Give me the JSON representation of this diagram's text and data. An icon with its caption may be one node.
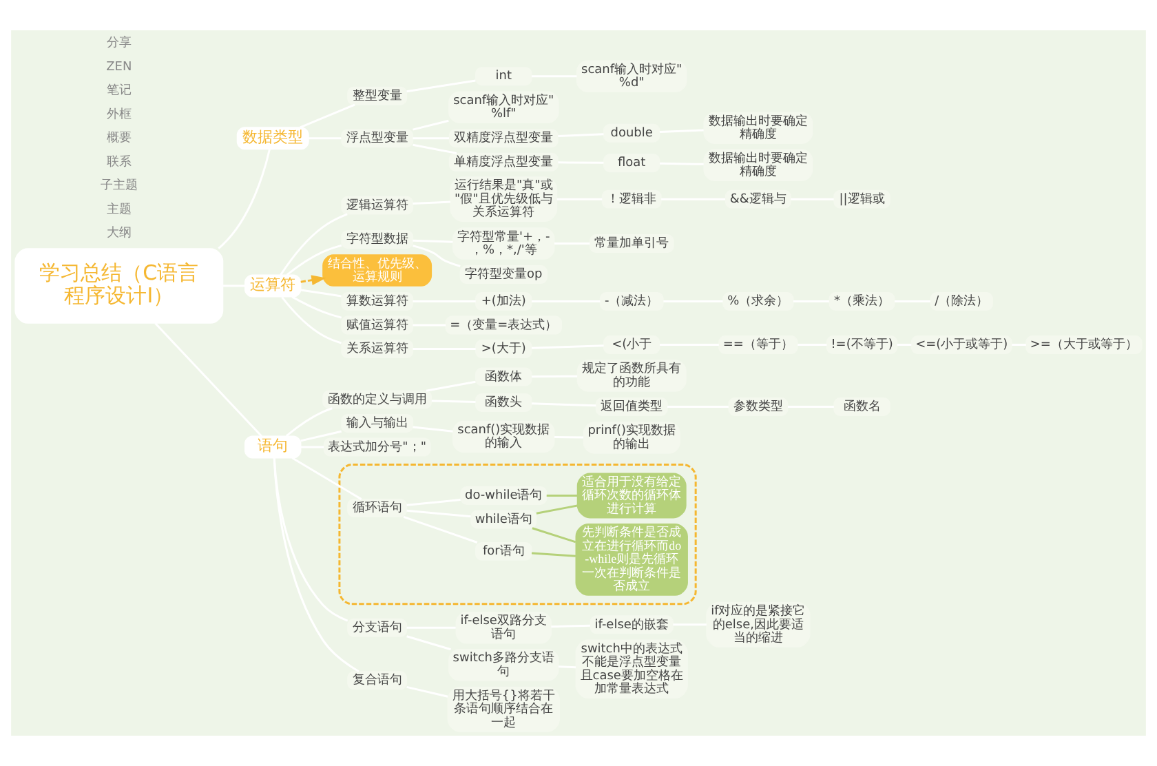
{
  "diagram": {
    "nodes": [
      {
        "text": [
          "学习总结（C语言程序设计I）"
        ]
      },
      {
        "text": [
          "数据类型"
        ]
      },
      {
        "text": [
          "整型变量"
        ]
      },
      {
        "text": [
          "int"
        ]
      },
      {
        "text": [
          "scanf输入时对应\"%d\""
        ]
      },
      {
        "text": [
          "浮点型变量"
        ]
      },
      {
        "text": [
          "单精度浮点型变量"
        ]
      },
      {
        "text": [
          "float"
        ]
      },
      {
        "text": [
          "数据输出时要确定精确度"
        ]
      },
      {
        "text": [
          "scanf输入时对应\"%lf\""
        ]
      },
      {
        "text": [
          "双精度浮点型变量"
        ]
      },
      {
        "text": [
          "double"
        ]
      },
      {
        "text": [
          "数据输出时要确定精确度"
        ]
      },
      {
        "text": [
          "结合性、优先级、运算规则"
        ]
      },
      {
        "text": [
          "运算符"
        ]
      },
      {
        "text": [
          "算数运算符"
        ]
      },
      {
        "text": [
          "+(加法)"
        ]
      },
      {
        "text": [
          "-（减法）"
        ]
      },
      {
        "text": [
          "%（求余）"
        ]
      },
      {
        "text": [
          "*（乘法）"
        ]
      },
      {
        "text": [
          "/（除法）"
        ]
      },
      {
        "text": [
          "赋值运算符"
        ]
      },
      {
        "text": [
          "=（变量=表达式）"
        ]
      },
      {
        "text": [
          "关系运算符"
        ]
      },
      {
        "text": [
          ">(大于)"
        ]
      },
      {
        "text": [
          "<(小于"
        ]
      },
      {
        "text": [
          "==（等于）"
        ]
      },
      {
        "text": [
          "!=(不等于)"
        ]
      },
      {
        "text": [
          "<=(小于或等于)"
        ]
      },
      {
        "text": [
          ">=（大于或等于）"
        ]
      },
      {
        "text": [
          "逻辑运算符"
        ]
      },
      {
        "text": [
          "运行结果是\"真\"或\"假\"且优先级低与关系运算符"
        ]
      },
      {
        "text": [
          "！逻辑非"
        ]
      },
      {
        "text": [
          "&&逻辑与"
        ]
      },
      {
        "text": [
          "||逻辑或"
        ]
      },
      {
        "text": [
          "字符型数据"
        ]
      },
      {
        "text": [
          "字符型变量op"
        ]
      },
      {
        "text": [
          "字符型常量'+，-，%，*,/'等"
        ]
      },
      {
        "text": [
          "常量加单引号"
        ]
      },
      {
        "text": [
          "语句"
        ]
      },
      {
        "text": [
          "表达式加分号\"；\""
        ]
      },
      {
        "text": [
          "分支语句"
        ]
      },
      {
        "text": [
          "if-else双路分支语句"
        ]
      },
      {
        "text": [
          "if-else的嵌套"
        ]
      },
      {
        "text": [
          "if对应的是紧接它的else,因此要适当的缩进"
        ]
      },
      {
        "text": [
          "switch多路分支语句"
        ]
      },
      {
        "text": [
          "switch中的表达式不能是浮点型变量且case要加空格在加常量表达式"
        ]
      },
      {
        "text": [],
        "shape": "box"
      },
      {
        "text": [
          "循环语句"
        ],
        "in": 47
      },
      {
        "text": [
          "for语句"
        ],
        "in": 47
      },
      {
        "text": [
          "while语句"
        ],
        "in": 47
      },
      {
        "text": [
          "do-while语句"
        ],
        "in": 47
      },
      {
        "text": [
          "先判断条件是否成立在进行循环而do-while则是先循环一次在判断条件是否成立"
        ],
        "in": 47
      },
      {
        "text": [
          "适合用于没有给定循环次数的循环体进行计算"
        ],
        "in": 47
      },
      {
        "text": [
          "复合语句"
        ]
      },
      {
        "text": [
          "用大括号{}将若干条语句顺序结合在一起"
        ]
      },
      {
        "text": [
          "函数的定义与调用"
        ]
      },
      {
        "text": [
          "函数头"
        ]
      },
      {
        "text": [
          "返回值类型"
        ]
      },
      {
        "text": [
          "参数类型"
        ]
      },
      {
        "text": [
          "函数名"
        ]
      },
      {
        "text": [
          "函数体"
        ]
      },
      {
        "text": [
          "规定了函数所具有的功能"
        ]
      },
      {
        "text": [
          "输入与输出"
        ]
      },
      {
        "text": [
          "scanf()实现数据的输入"
        ]
      },
      {
        "text": [
          "prinf()实现数据的输出"
        ]
      }
    ],
    "edges": [
      {
        "from": 0,
        "to": 1,
        "arrow": "none"
      },
      {
        "from": 1,
        "to": 2,
        "arrow": "none"
      },
      {
        "from": 2,
        "to": 3,
        "arrow": "none"
      },
      {
        "from": 3,
        "to": 4,
        "arrow": "none"
      },
      {
        "from": 1,
        "to": 5,
        "arrow": "none"
      },
      {
        "from": 5,
        "to": 6,
        "arrow": "none"
      },
      {
        "from": 6,
        "to": 7,
        "arrow": "none"
      },
      {
        "from": 7,
        "to": 8,
        "arrow": "none"
      },
      {
        "from": 5,
        "to": 9,
        "arrow": "none"
      },
      {
        "from": 5,
        "to": 10,
        "arrow": "none"
      },
      {
        "from": 10,
        "to": 11,
        "arrow": "none"
      },
      {
        "from": 11,
        "to": 12,
        "arrow": "none"
      },
      {
        "from": 14,
        "to": 13,
        "arrow": "to",
        "style": "dashed",
        "color": "#f5b731"
      },
      {
        "from": 0,
        "to": 14,
        "arrow": "none"
      },
      {
        "from": 14,
        "to": 15,
        "arrow": "none"
      },
      {
        "from": 15,
        "to": 16,
        "arrow": "none"
      },
      {
        "from": 16,
        "to": 17,
        "arrow": "none"
      },
      {
        "from": 17,
        "to": 18,
        "arrow": "none"
      },
      {
        "from": 18,
        "to": 19,
        "arrow": "none"
      },
      {
        "from": 19,
        "to": 20,
        "arrow": "none"
      },
      {
        "from": 14,
        "to": 21,
        "arrow": "none"
      },
      {
        "from": 21,
        "to": 22,
        "arrow": "none"
      },
      {
        "from": 14,
        "to": 23,
        "arrow": "none"
      },
      {
        "from": 23,
        "to": 24,
        "arrow": "none"
      },
      {
        "from": 24,
        "to": 25,
        "arrow": "none"
      },
      {
        "from": 25,
        "to": 26,
        "arrow": "none"
      },
      {
        "from": 26,
        "to": 27,
        "arrow": "none"
      },
      {
        "from": 27,
        "to": 28,
        "arrow": "none"
      },
      {
        "from": 28,
        "to": 29,
        "arrow": "none"
      },
      {
        "from": 14,
        "to": 30,
        "arrow": "none"
      },
      {
        "from": 30,
        "to": 31,
        "arrow": "none"
      },
      {
        "from": 31,
        "to": 32,
        "arrow": "none"
      },
      {
        "from": 32,
        "to": 33,
        "arrow": "none"
      },
      {
        "from": 33,
        "to": 34,
        "arrow": "none"
      },
      {
        "from": 14,
        "to": 35,
        "arrow": "none"
      },
      {
        "from": 35,
        "to": 36,
        "arrow": "none"
      },
      {
        "from": 35,
        "to": 37,
        "arrow": "none"
      },
      {
        "from": 37,
        "to": 38,
        "arrow": "none"
      },
      {
        "from": 0,
        "to": 39,
        "arrow": "none"
      },
      {
        "from": 39,
        "to": 40,
        "arrow": "none"
      },
      {
        "from": 39,
        "to": 41,
        "arrow": "none"
      },
      {
        "from": 41,
        "to": 42,
        "arrow": "none"
      },
      {
        "from": 42,
        "to": 43,
        "arrow": "none"
      },
      {
        "from": 43,
        "to": 44,
        "arrow": "none"
      },
      {
        "from": 41,
        "to": 45,
        "arrow": "none"
      },
      {
        "from": 45,
        "to": 46,
        "arrow": "none"
      },
      {
        "from": 39,
        "to": 48,
        "arrow": "none"
      },
      {
        "from": 48,
        "to": 49,
        "arrow": "none"
      },
      {
        "from": 48,
        "to": 50,
        "arrow": "none"
      },
      {
        "from": 48,
        "to": 51,
        "arrow": "none"
      },
      {
        "from": 49,
        "to": 52,
        "arrow": "none",
        "color": "#b5d17a"
      },
      {
        "from": 50,
        "to": 52,
        "arrow": "none",
        "color": "#b5d17a"
      },
      {
        "from": 50,
        "to": 53,
        "arrow": "none",
        "color": "#b5d17a"
      },
      {
        "from": 51,
        "to": 53,
        "arrow": "none",
        "color": "#b5d17a"
      },
      {
        "from": 39,
        "to": 54,
        "arrow": "none"
      },
      {
        "from": 54,
        "to": 55,
        "arrow": "none"
      },
      {
        "from": 39,
        "to": 56,
        "arrow": "none"
      },
      {
        "from": 56,
        "to": 57,
        "arrow": "none"
      },
      {
        "from": 57,
        "to": 58,
        "arrow": "none"
      },
      {
        "from": 58,
        "to": 59,
        "arrow": "none"
      },
      {
        "from": 59,
        "to": 60,
        "arrow": "none"
      },
      {
        "from": 56,
        "to": 61,
        "arrow": "none"
      },
      {
        "from": 61,
        "to": 62,
        "arrow": "none"
      },
      {
        "from": 39,
        "to": 63,
        "arrow": "none"
      },
      {
        "from": 63,
        "to": 64,
        "arrow": "none"
      },
      {
        "from": 64,
        "to": 65,
        "arrow": "none"
      }
    ],
    "labels": [
      "大纲",
      "主题",
      "子主题",
      "联系",
      "概要",
      "外框",
      "笔记",
      "ZEN",
      "分享"
    ]
  }
}
